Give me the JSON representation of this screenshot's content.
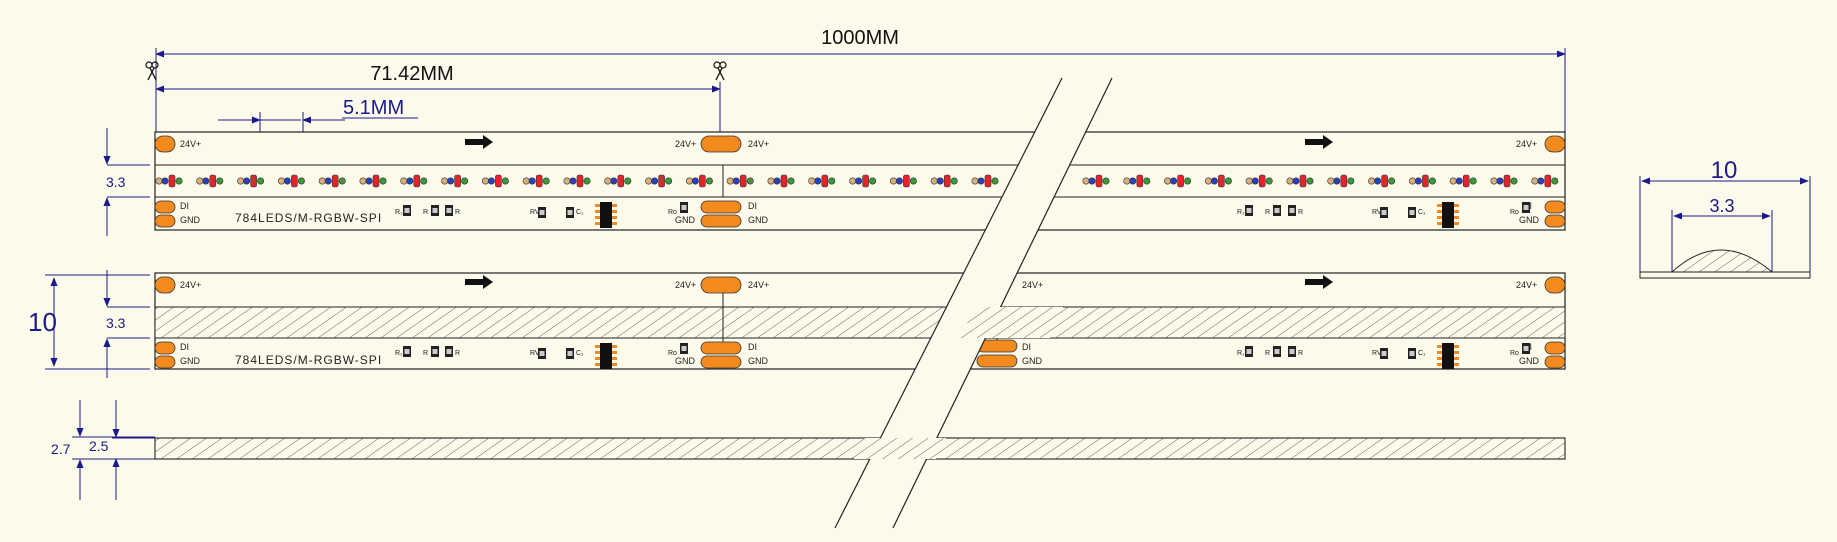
{
  "drawing": {
    "dimensions": {
      "total_length": "1000MM",
      "cut_unit": "71.42MM",
      "led_pitch": "5.1MM",
      "led_width": "3.3",
      "strip_width": "10",
      "thickness_outer": "2.7",
      "thickness_inner": "2.5",
      "profile_width": "10",
      "profile_led_width": "3.3"
    },
    "labels": {
      "positive": "24V+",
      "data_in": "DI",
      "ground": "GND",
      "model": "784LEDS/M-RGBW-SPI"
    },
    "component_labels": {
      "r1": "R₁",
      "r": "R",
      "rv": "RV",
      "c1": "C₁",
      "ro": "Ro"
    },
    "colors": {
      "dimension": "#1a1a8c",
      "pad": "#f28a1e",
      "background": "#fcfaea",
      "led_red": "#e0262c",
      "led_green": "#3a9a3a",
      "led_blue": "#2a3fc0",
      "led_white": "#d9b07a"
    },
    "icons": [
      "scissors-icon",
      "direction-arrow-icon"
    ]
  }
}
